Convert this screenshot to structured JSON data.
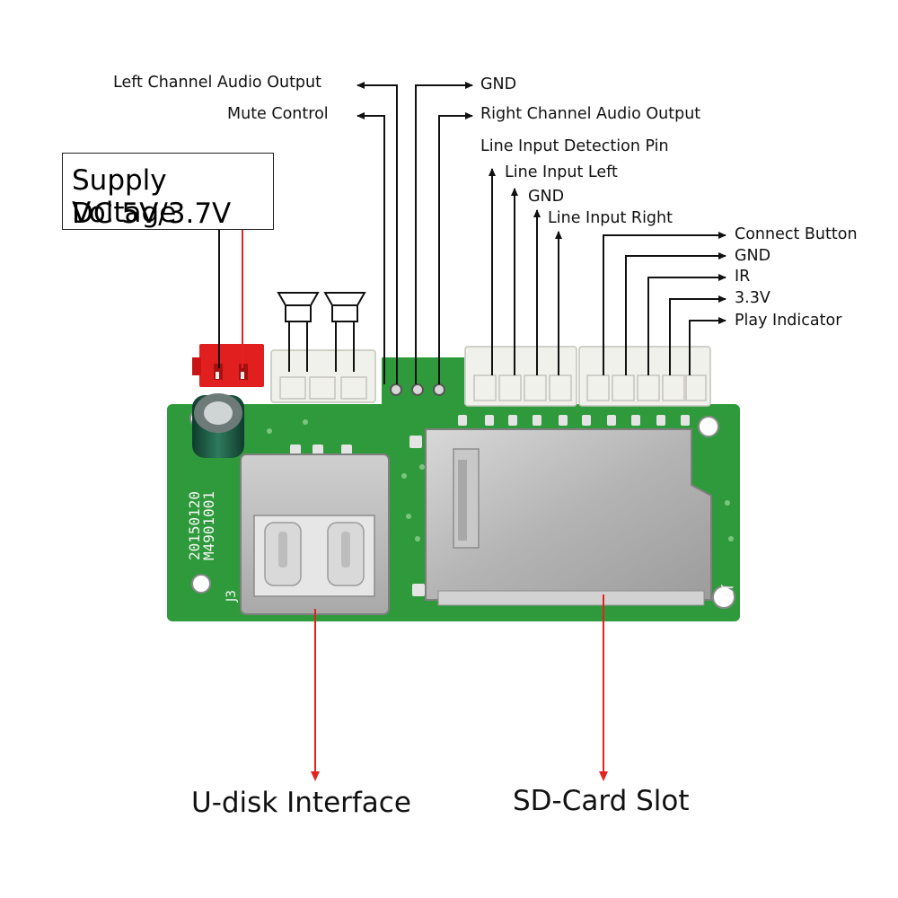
{
  "supply": {
    "line1": "Supply Voltage",
    "line2": "DC 5V/3.7V"
  },
  "top_left_labels": {
    "left_channel": "Left Channel Audio Output",
    "mute": "Mute Control"
  },
  "top_right_labels": {
    "gnd": "GND",
    "right_channel": "Right Channel Audio Output"
  },
  "line_input_labels": {
    "detection": "Line Input Detection Pin",
    "left": "Line Input Left",
    "gnd": "GND",
    "right": "Line Input Right"
  },
  "control_labels": {
    "connect": "Connect Button",
    "gnd": "GND",
    "ir": "IR",
    "v33": "3.3V",
    "play": "Play Indicator"
  },
  "board_silkscreen": {
    "date_code": "20150120",
    "model": "M4901001",
    "j3": "J3",
    "j9": "J9"
  },
  "bottom_labels": {
    "udisk": "U-disk Interface",
    "sdcard": "SD-Card Slot"
  },
  "colors": {
    "pcb_green": "#2f9a3c",
    "red_wire": "#e52222",
    "metal": "#b9b9b9",
    "connector_white": "#f1f1ec",
    "power_red": "#e21f1f"
  }
}
